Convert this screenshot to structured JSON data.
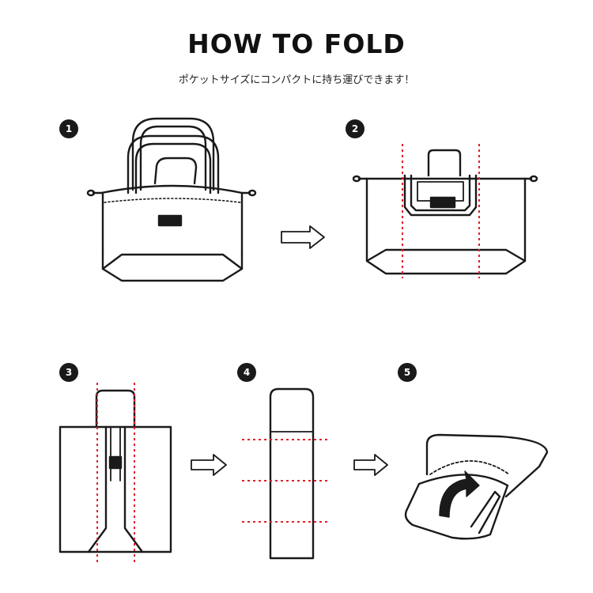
{
  "header": {
    "title": "HOW TO FOLD",
    "subtitle": "ポケットサイズにコンパクトに持ち運びできます！"
  },
  "steps": [
    {
      "number": "1"
    },
    {
      "number": "2"
    },
    {
      "number": "3"
    },
    {
      "number": "4"
    },
    {
      "number": "5"
    }
  ],
  "colors": {
    "line": "#1a1a1a",
    "fold_guide": "#e0202a",
    "badge": "#1a1a1a",
    "arrow": "#1a1a1a"
  }
}
